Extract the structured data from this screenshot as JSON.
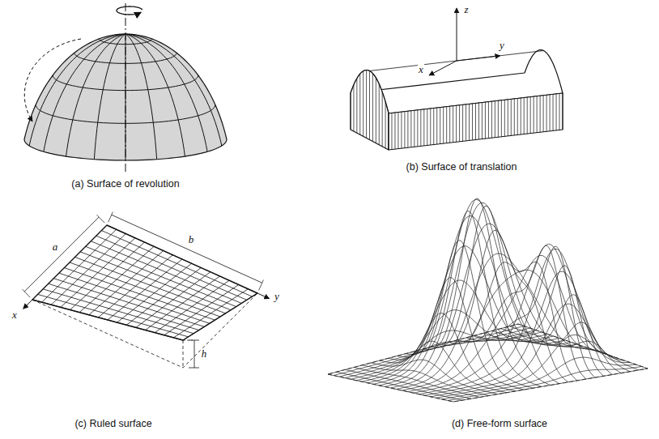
{
  "diagram": {
    "labels": [
      "(a) Surface of revolution",
      "z",
      "x",
      "y",
      "(b) Surface of translation",
      "a",
      "b",
      "x",
      "y",
      "h",
      "(c) Ruled surface",
      "(d) Free-form surface"
    ]
  }
}
